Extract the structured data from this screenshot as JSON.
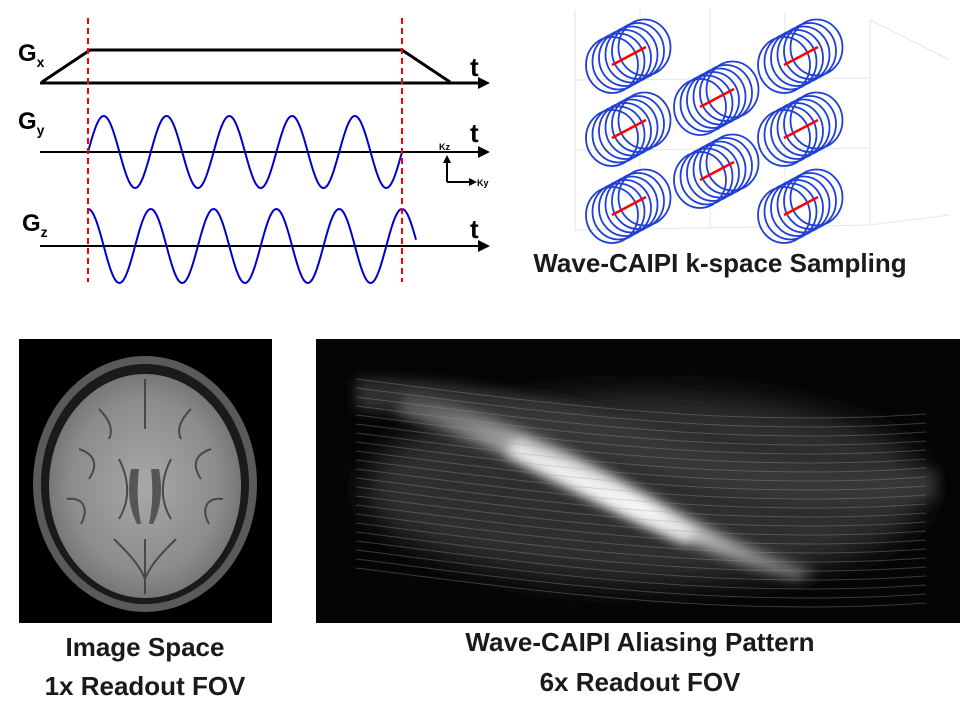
{
  "gradients": {
    "gx_label": "G",
    "gx_sub": "x",
    "gy_label": "G",
    "gy_sub": "y",
    "gz_label": "G",
    "gz_sub": "z",
    "time_label": "t",
    "kz_label": "Kz",
    "ky_label": "Ky",
    "colors": {
      "waveform": "#0000cc",
      "trapezoid": "#000000",
      "marker": "#ff0000"
    }
  },
  "kspace": {
    "caption": "Wave-CAIPI k-space Sampling",
    "colors": {
      "helix": "#1f3fd6",
      "center_line": "#ff0000"
    }
  },
  "image_space": {
    "caption_line1": "Image Space",
    "caption_line2": "1x Readout FOV"
  },
  "aliasing": {
    "caption_line1": "Wave-CAIPI Aliasing Pattern",
    "caption_line2": "6x Readout FOV"
  }
}
